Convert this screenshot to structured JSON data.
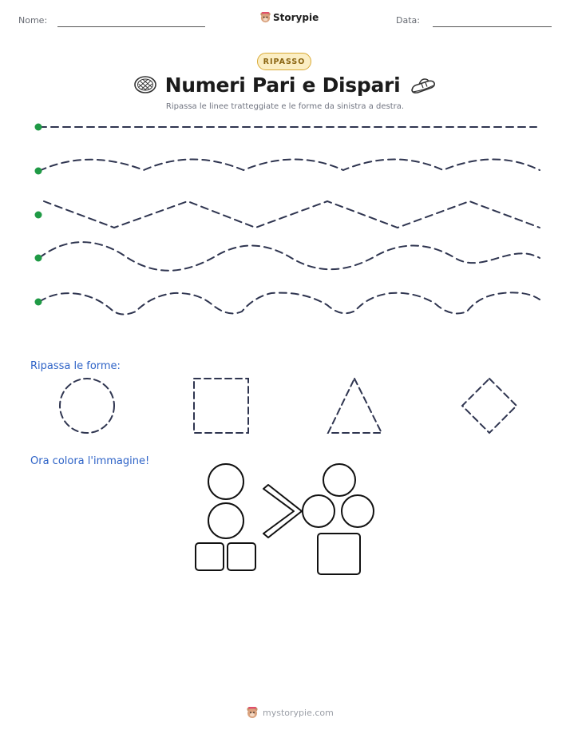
{
  "header": {
    "name_label": "Nome:",
    "date_label": "Data:",
    "brand": "Storypie"
  },
  "worksheet": {
    "badge": "RIPASSO",
    "title": "Numeri Pari e Dispari",
    "subtitle": "Ripassa le linee tratteggiate e le forme da sinistra a destra.",
    "left_icon": "waffle-icon",
    "right_icon": "sandal-icon"
  },
  "tracing_lines": [
    {
      "shape": "straight"
    },
    {
      "shape": "wave"
    },
    {
      "shape": "zigzag"
    },
    {
      "shape": "wave"
    },
    {
      "shape": "wave"
    }
  ],
  "shapes_section": {
    "label": "Ripassa le forme:",
    "shapes": [
      "circle",
      "square",
      "triangle",
      "diamond"
    ]
  },
  "coloring_section": {
    "label": "Ora colora l'immagine!",
    "picture": "comparison: 2 circles + 2 squares greater-than 3 circles + 1 square"
  },
  "footer": {
    "text": "mystorypie.com"
  },
  "colors": {
    "dash": "#2f3550",
    "start_dot": "#1f9a45",
    "section_label": "#2e63c7",
    "badge_bg": "#fbeec4",
    "badge_border": "#d9aa36"
  }
}
